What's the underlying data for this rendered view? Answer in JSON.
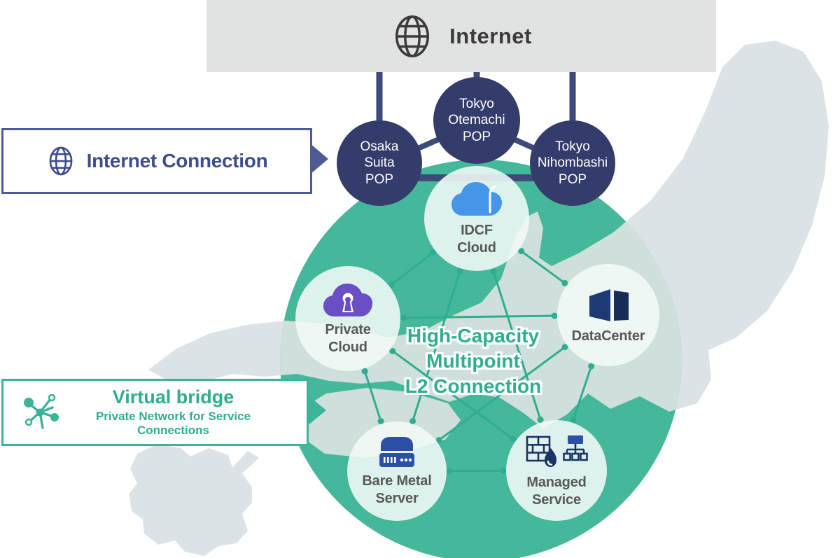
{
  "banner": {
    "label": "Internet",
    "icon": "globe-icon"
  },
  "callouts": {
    "internet_connection": {
      "title": "Internet Connection",
      "icon": "globe-icon"
    },
    "virtual_bridge": {
      "title": "Virtual bridge",
      "subtitle": "Private Network for Service Connections",
      "icon": "network-hub-icon"
    }
  },
  "pops": {
    "osaka": {
      "label": "Osaka\nSuita\nPOP"
    },
    "otemachi": {
      "label": "Tokyo\nOtemachi\nPOP"
    },
    "nihombashi": {
      "label": "Tokyo\nNihombashi\nPOP"
    }
  },
  "services": {
    "idcf": {
      "label": "IDCF\nCloud",
      "icon": "cloud-icon"
    },
    "private": {
      "label": "Private\nCloud",
      "icon": "cloud-lock-icon"
    },
    "datacenter": {
      "label": "DataCenter",
      "icon": "building-icon"
    },
    "baremetal": {
      "label": "Bare Metal\nServer",
      "icon": "server-icon"
    },
    "managed": {
      "label": "Managed\nService",
      "icon": "firewall-network-icon"
    }
  },
  "center": {
    "label": "High-Capacity\nMultipoint\nL2 Connection"
  },
  "colors": {
    "teal_circle": "#45b79a",
    "mesh_teal": "#2fae8f",
    "navy_circle": "#343c6b",
    "navy_line": "#3e4a79",
    "banner_bg": "#e1e2e2",
    "banner_text": "#3b3b3b",
    "box_navy_border": "#4d5c96",
    "box_navy_text": "#3e4d8b",
    "box_teal": "#3cb499",
    "map_gray": "#dce3e7",
    "map_in_circle": "#cfdfdc",
    "service_circle_fill": "rgba(243,250,247,0.88)",
    "service_text": "#585858",
    "idcf_blue": "#4596e8",
    "private_purple": "#6a4ec4",
    "datacenter_navy": "#1e3a74",
    "datacenter_navy_dark": "#172c56",
    "server_blue": "#2b50a5",
    "managed_navy": "#1c3366"
  }
}
